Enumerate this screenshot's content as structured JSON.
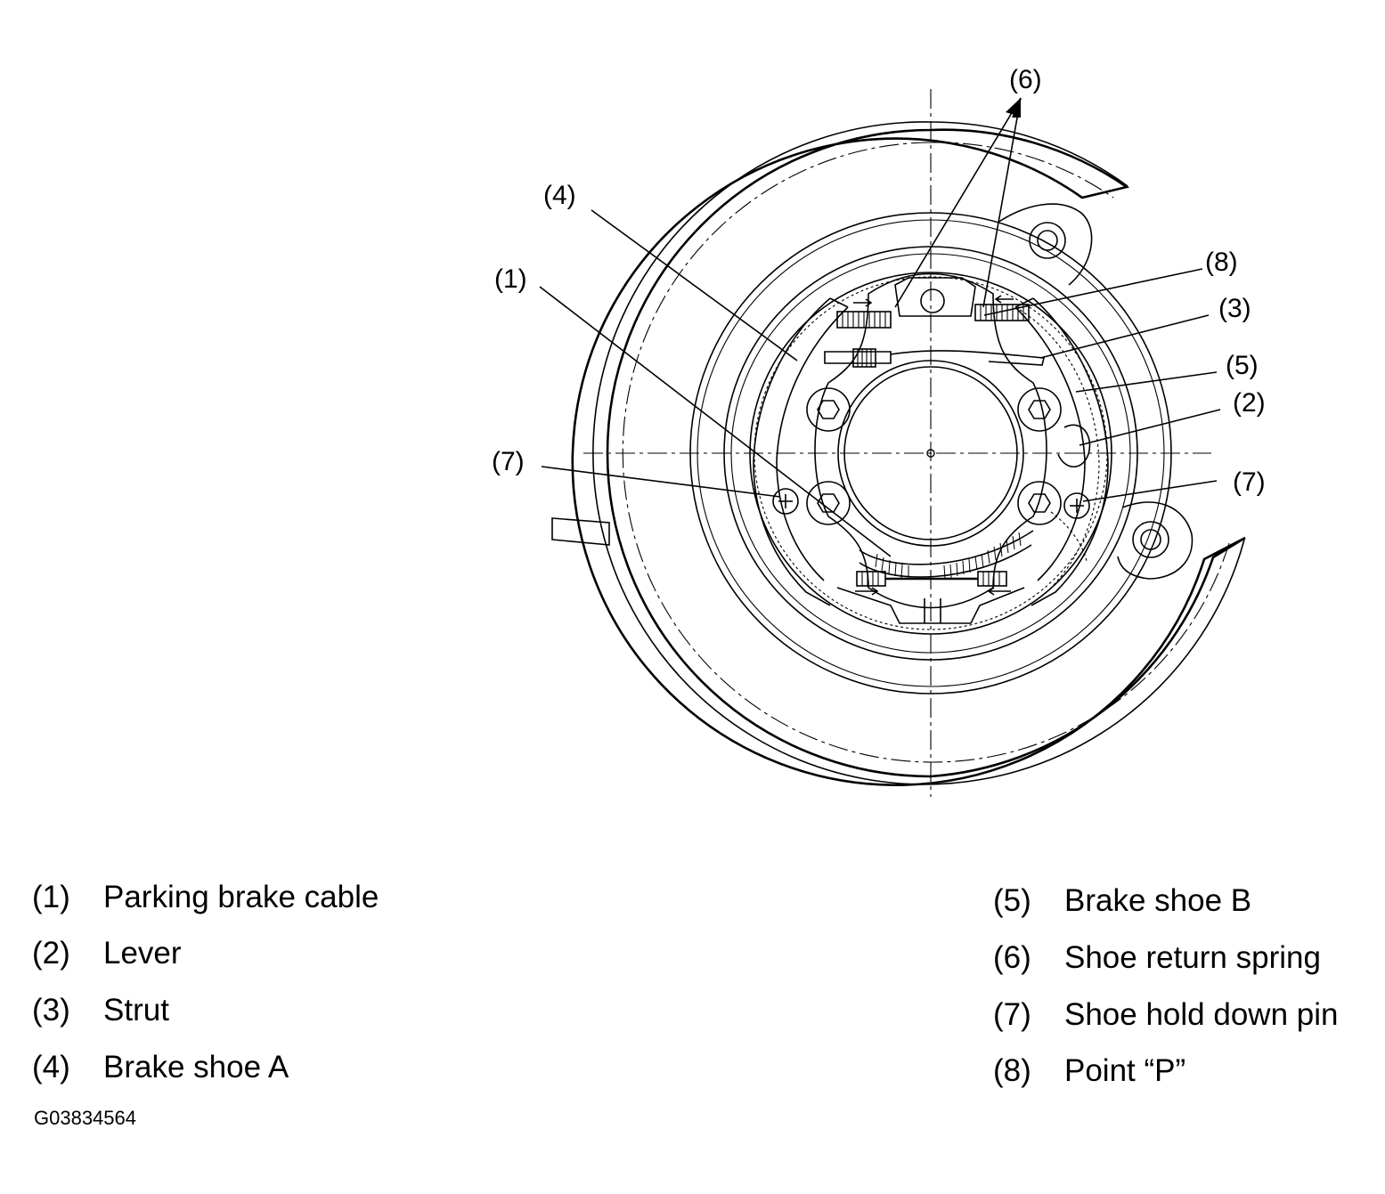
{
  "callouts": {
    "c1": "(1)",
    "c2": "(2)",
    "c3": "(3)",
    "c4": "(4)",
    "c5": "(5)",
    "c6": "(6)",
    "c7_left": "(7)",
    "c7_right": "(7)",
    "c8": "(8)"
  },
  "legend_left": [
    {
      "num": "(1)",
      "text": "Parking brake cable"
    },
    {
      "num": "(2)",
      "text": "Lever"
    },
    {
      "num": "(3)",
      "text": "Strut"
    },
    {
      "num": "(4)",
      "text": "Brake shoe A"
    }
  ],
  "legend_right": [
    {
      "num": "(5)",
      "text": "Brake shoe B"
    },
    {
      "num": "(6)",
      "text": "Shoe return spring"
    },
    {
      "num": "(7)",
      "text": "Shoe hold down pin"
    },
    {
      "num": "(8)",
      "text": "Point “P”"
    }
  ],
  "figure_id": "G03834564"
}
